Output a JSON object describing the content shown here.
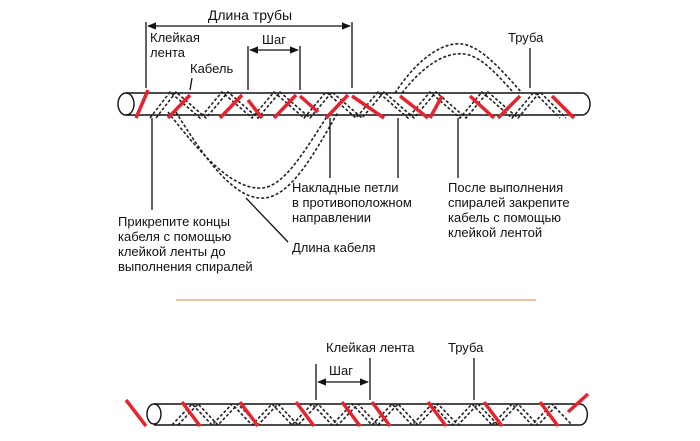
{
  "colors": {
    "tape": "#e8232d",
    "divider": "#e8a070",
    "ink": "#111111"
  },
  "top": {
    "pipe_length": "Длина трубы",
    "tape": [
      "Клейкая",
      "лента"
    ],
    "cable": "Кабель",
    "pitch": "Шаг",
    "pipe": "Труба",
    "loops": [
      "Накладные петли",
      "в противоположном",
      "направлении"
    ],
    "after_spiral": [
      "После выполнения",
      "спиралей закрепите",
      "кабель с помощью",
      "клейкой лентой"
    ],
    "fix_ends": [
      "Прикрепите концы",
      "кабеля с помощью",
      "клейкой ленты до",
      "выполнения спиралей"
    ],
    "cable_length": "Длина кабеля"
  },
  "bottom": {
    "tape": "Клейкая лента",
    "pipe": "Труба",
    "pitch": "Шаг"
  }
}
